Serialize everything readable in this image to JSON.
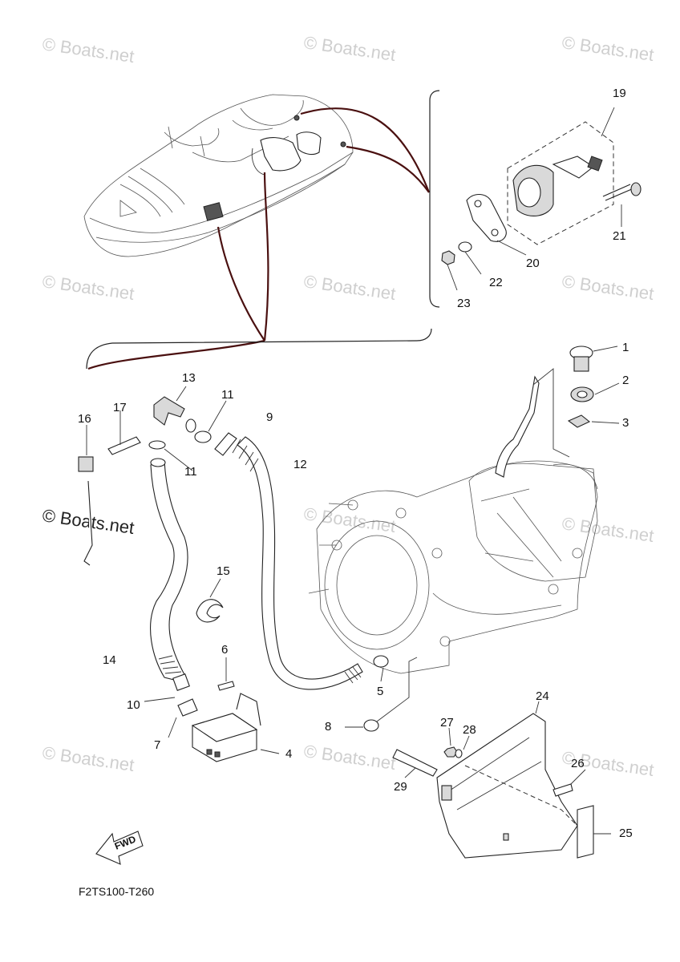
{
  "watermarks": [
    "© Boats.net",
    "© Boats.net",
    "© Boats.net",
    "© Boats.net",
    "© Boats.net",
    "© Boats.net",
    "© Boats.net",
    "© Boats.net",
    "© Boats.net",
    "© Boats.net",
    "© Boats.net",
    "© Boats.net"
  ],
  "diagram_code": "F2TS100-T260",
  "fwd_label": "FWD",
  "callouts": {
    "c1": "1",
    "c2": "2",
    "c3": "3",
    "c4": "4",
    "c5": "5",
    "c6": "6",
    "c7": "7",
    "c8": "8",
    "c9": "9",
    "c10": "10",
    "c11a": "11",
    "c11b": "11",
    "c12": "12",
    "c13": "13",
    "c14": "14",
    "c15": "15",
    "c16": "16",
    "c17": "17",
    "c19": "19",
    "c20": "20",
    "c21": "21",
    "c22": "22",
    "c23": "23",
    "c24": "24",
    "c25": "25",
    "c26": "26",
    "c27": "27",
    "c28": "28",
    "c29": "29"
  }
}
